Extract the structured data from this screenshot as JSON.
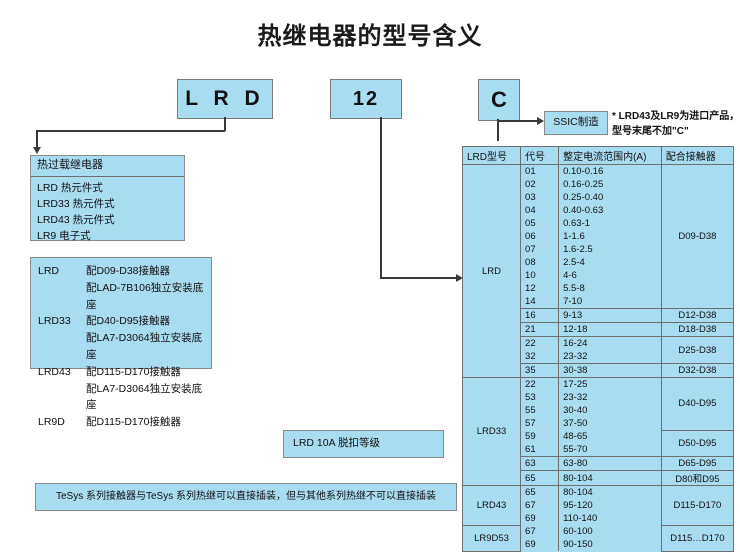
{
  "title": "热继电器的型号含义",
  "code_boxes": {
    "prefix": "L R D",
    "number": "12",
    "suffix": "C"
  },
  "manufacture": {
    "label": "SSIC制造",
    "note_line1": "* LRD43及LR9为进口产品，",
    "note_line2": "型号末尾不加\"C\""
  },
  "relay_box": {
    "header": "热过载继电器",
    "items": [
      "LRD 热元件式",
      "LRD33 热元件式",
      "LRD43 热元件式",
      "LR9 电子式"
    ]
  },
  "match_box": {
    "rows": [
      {
        "model": "LRD",
        "desc": "配D09-D38接触器"
      },
      {
        "model": "",
        "desc": "配LAD-7B106独立安装底座"
      },
      {
        "model": "LRD33",
        "desc": "配D40-D95接触器"
      },
      {
        "model": "",
        "desc": "配LA7-D3064独立安装底座"
      },
      {
        "model": "LRD43",
        "desc": "配D115-D170接触器"
      },
      {
        "model": "",
        "desc": "配LA7-D3064独立安装底座"
      },
      {
        "model": "LR9D",
        "desc": "配D115-D170接触器"
      }
    ]
  },
  "class_box": {
    "text": "LRD 10A 脱扣等级"
  },
  "bottom_note": {
    "text": "TeSys 系列接触器与TeSys 系列热继可以直接插装，但与其他系列热继不可以直接插装"
  },
  "spec_table": {
    "headers": [
      "LRD型号",
      "代号",
      "整定电流范围内(A)",
      "配合接触器"
    ],
    "groups": [
      {
        "model": "LRD",
        "model_rowspan": 16,
        "blocks": [
          {
            "contactor": "D09-D38",
            "rows": [
              {
                "code": "01",
                "range": "0.10-0.16"
              },
              {
                "code": "02",
                "range": "0.16-0.25"
              },
              {
                "code": "03",
                "range": "0.25-0.40"
              },
              {
                "code": "04",
                "range": "0.40-0.63"
              },
              {
                "code": "05",
                "range": "0.63-1"
              },
              {
                "code": "06",
                "range": "1-1.6"
              },
              {
                "code": "07",
                "range": "1.6-2.5"
              },
              {
                "code": "08",
                "range": "2.5-4"
              },
              {
                "code": "10",
                "range": "4-6"
              },
              {
                "code": "12",
                "range": "5.5-8"
              },
              {
                "code": "14",
                "range": "7-10"
              }
            ]
          },
          {
            "contactor": "D12-D38",
            "rows": [
              {
                "code": "16",
                "range": "9-13"
              }
            ]
          },
          {
            "contactor": "D18-D38",
            "rows": [
              {
                "code": "21",
                "range": "12-18"
              }
            ]
          },
          {
            "contactor": "D25-D38",
            "rows": [
              {
                "code": "22",
                "range": "16-24"
              },
              {
                "code": "32",
                "range": "23-32"
              }
            ]
          },
          {
            "contactor": "D32-D38",
            "rows": [
              {
                "code": "35",
                "range": "30-38"
              }
            ]
          }
        ]
      },
      {
        "model": "LRD33",
        "model_rowspan": 8,
        "blocks": [
          {
            "contactor": "D40-D95",
            "rows": [
              {
                "code": "22",
                "range": "17-25"
              },
              {
                "code": "53",
                "range": "23-32"
              },
              {
                "code": "55",
                "range": "30-40"
              },
              {
                "code": "57",
                "range": "37-50"
              }
            ]
          },
          {
            "contactor": "D50-D95",
            "rows": [
              {
                "code": "59",
                "range": "48-65"
              },
              {
                "code": "61",
                "range": "55-70"
              }
            ]
          },
          {
            "contactor": "D65-D95",
            "rows": [
              {
                "code": "63",
                "range": "63-80"
              }
            ]
          },
          {
            "contactor": "D80和D95",
            "rows": [
              {
                "code": "65",
                "range": "80-104"
              }
            ]
          }
        ]
      },
      {
        "model": "LRD43",
        "model_rowspan": 3,
        "blocks": [
          {
            "contactor": "D115-D170",
            "rows": [
              {
                "code": "65",
                "range": "80-104"
              },
              {
                "code": "67",
                "range": "95-120"
              },
              {
                "code": "69",
                "range": "110-140"
              }
            ]
          }
        ]
      },
      {
        "model": "LR9D53",
        "model_rowspan": 2,
        "blocks": [
          {
            "contactor": "D115…D170",
            "rows": [
              {
                "code": "67",
                "range": "60-100"
              },
              {
                "code": "69",
                "range": "90-150"
              }
            ]
          }
        ]
      }
    ]
  },
  "colors": {
    "box_fill": "#a8dcf0",
    "box_border": "#7a7a7a",
    "line": "#3a3a3a",
    "text": "#111111"
  }
}
